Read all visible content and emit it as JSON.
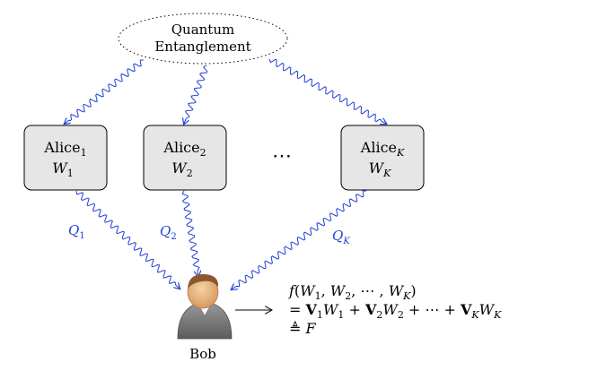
{
  "source": {
    "line1": "Quantum",
    "line2": "Entanglement"
  },
  "alices": [
    {
      "name": "Alice",
      "sub": "1",
      "msg_var": "W",
      "msg_sub": "1",
      "query_var": "Q",
      "query_sub": "1"
    },
    {
      "name": "Alice",
      "sub": "2",
      "msg_var": "W",
      "msg_sub": "2",
      "query_var": "Q",
      "query_sub": "2"
    },
    {
      "name": "Alice",
      "sub": "K",
      "msg_var": "W",
      "msg_sub": "K",
      "query_var": "Q",
      "query_sub": "K"
    }
  ],
  "ellipsis": "⋯",
  "bob": {
    "label": "Bob"
  },
  "formula": {
    "line1": {
      "f": "f",
      "open": "(",
      "w": "W",
      "s1": "1",
      "comma": ", ",
      "s2": "2",
      "mid": ", ⋯ , ",
      "sk": "K",
      "close": ")"
    },
    "line2": {
      "eq": "= ",
      "v": "V",
      "w": "W",
      "s1": "1",
      "s2": "2",
      "sk": "K",
      "plus": " + ",
      "dots": " + ⋯ + "
    },
    "line3": {
      "def": "≜ ",
      "F": "F"
    }
  },
  "colors": {
    "wave": "#1f3fd6",
    "box_fill": "#e6e6e6",
    "label": "#1f3fd6",
    "text": "#000000"
  }
}
